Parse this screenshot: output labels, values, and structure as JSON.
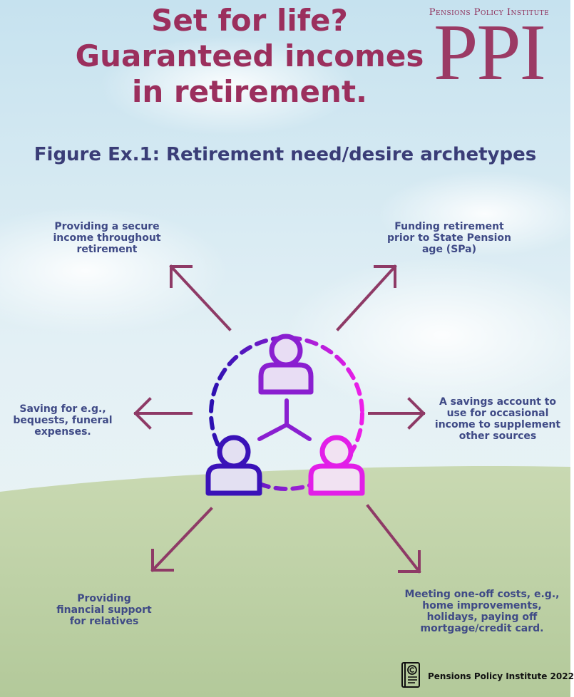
{
  "header": {
    "title_lines": [
      "Set for life?",
      "Guaranteed incomes",
      "in retirement."
    ],
    "brand_top": "Pensions Policy Institute",
    "brand_logo": "PPI"
  },
  "figure_title": "Figure Ex.1: Retirement need/desire archetypes",
  "archetypes": [
    {
      "lines": [
        "Providing a secure",
        "income throughout",
        "retirement"
      ]
    },
    {
      "lines": [
        "Funding retirement",
        "prior to State Pension",
        "age (SPa)"
      ]
    },
    {
      "lines": [
        "Saving for e.g.,",
        "bequests, funeral",
        "expenses."
      ]
    },
    {
      "lines": [
        "A savings account to",
        "use for occasional",
        "income to supplement",
        "other sources"
      ]
    },
    {
      "lines": [
        "Providing",
        "financial support",
        "for relatives"
      ]
    },
    {
      "lines": [
        "Meeting one-off costs, e.g.,",
        "home improvements,",
        "holidays, paying off",
        "mortgage/credit card."
      ]
    }
  ],
  "icons": {
    "center": "people-network-icon",
    "footer": "book-copyright-icon"
  },
  "colors": {
    "title": "#9b2f5d",
    "figure_title": "#3a3d77",
    "arrow": "#8e3a66",
    "person_top": "#8a1fd0",
    "person_left": "#3a12b8",
    "person_right": "#e21ee8"
  },
  "footer": {
    "text": "Pensions Policy Institute 2022"
  }
}
